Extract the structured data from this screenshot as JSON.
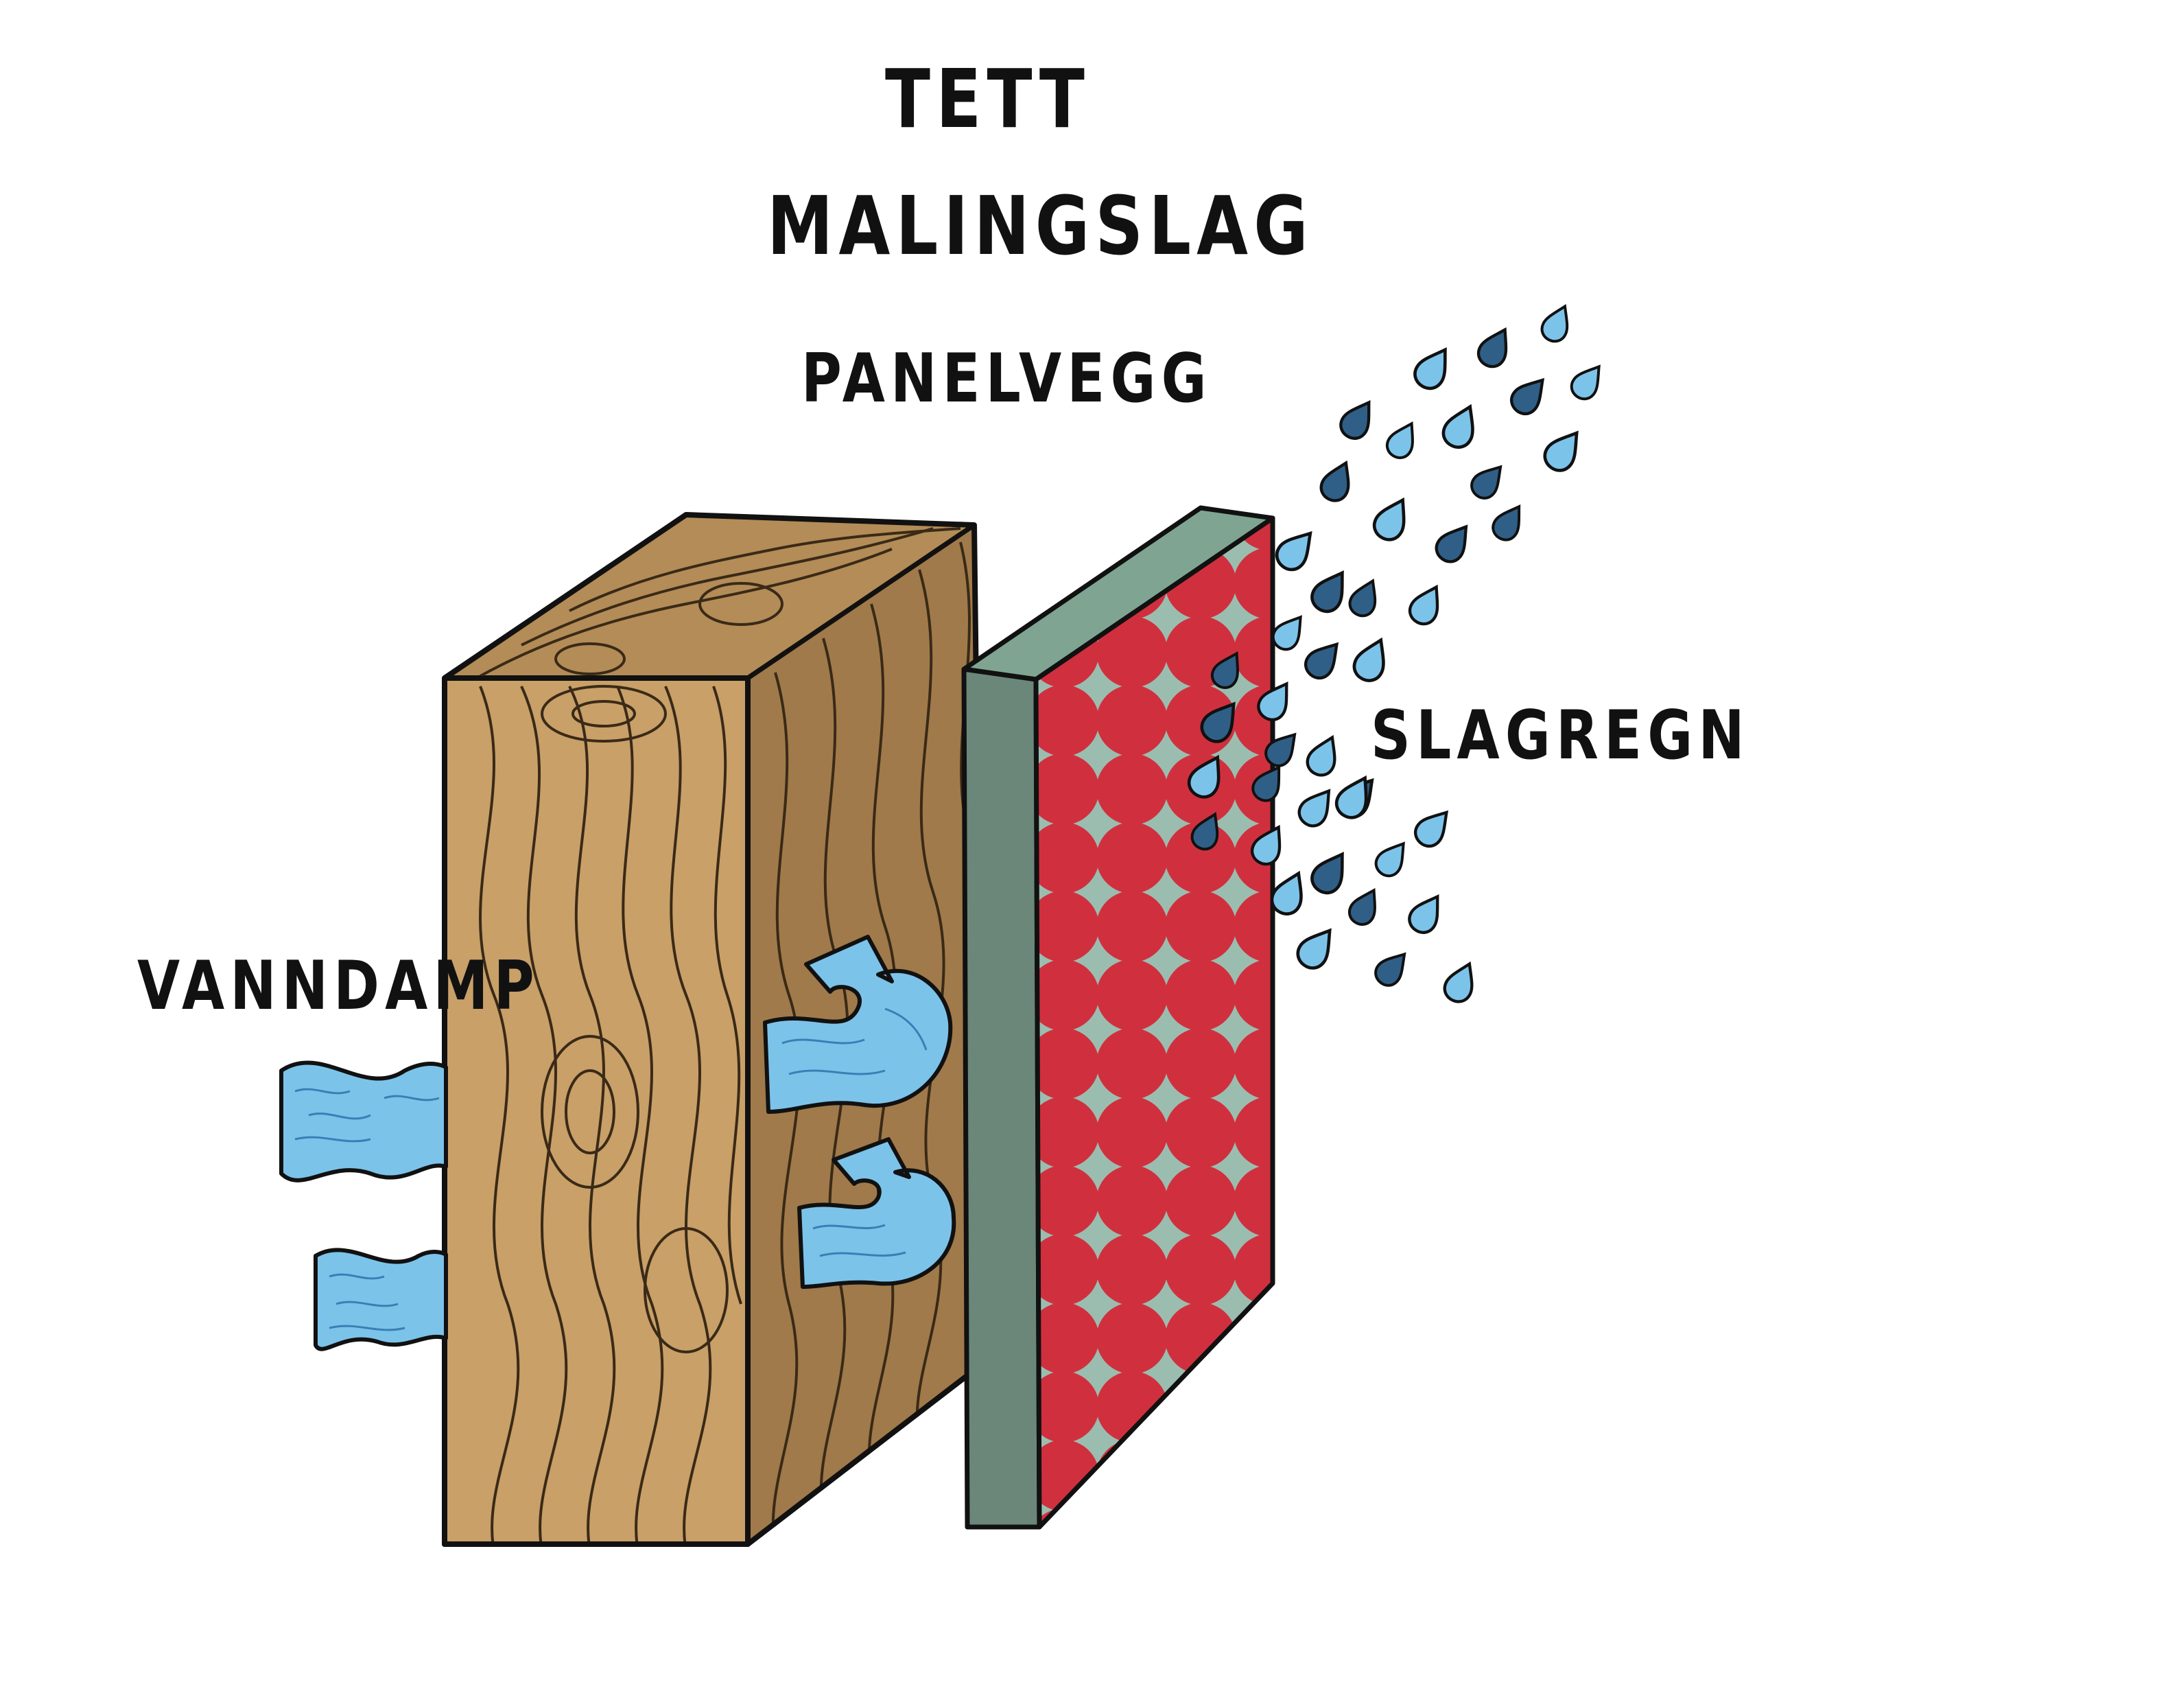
{
  "labels": {
    "title_line1": "TETT",
    "title_line2": "MALINGSLAG",
    "subtitle": "PANELVEGG",
    "rain": "SLAGREGN",
    "vapor": "VANNDAMP"
  },
  "colors": {
    "wood_front": "#c8a068",
    "wood_side": "#a07a4a",
    "wood_top": "#b38c57",
    "grain": "#3a2a17",
    "paint_edge": "#6b877a",
    "paint_top": "#7fa592",
    "paint_face": "#d0303e",
    "paint_dots_bg": "#9bbdb0",
    "vapor": "#7cc3ea",
    "rain_light": "#7cc3ea",
    "rain_dark": "#2f5f87",
    "outline": "#111111"
  },
  "icons": {
    "wood_block": "wood-panel-block-icon",
    "paint_layer": "paint-layer-icon",
    "vapor": "vapor-wave-icon",
    "vapor_curl": "vapor-curl-arrow-icon",
    "raindrop": "raindrop-icon"
  }
}
